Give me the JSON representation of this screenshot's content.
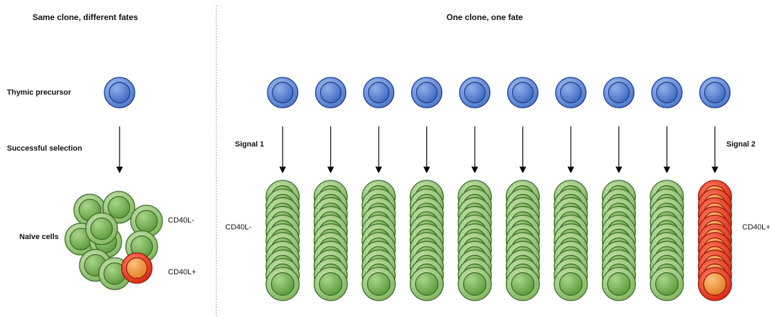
{
  "left": {
    "title": "Same clone, different fates",
    "rows": {
      "precursor": "Thymic precursor",
      "selection": "Successful selection",
      "naive": "Naïve cells"
    },
    "markers": {
      "negative": "CD40L-",
      "positive": "CD40L+"
    }
  },
  "right": {
    "title": "One clone, one fate",
    "signal_1": "Signal 1",
    "signal_2": "Signal 2",
    "marker_negative": "CD40L-",
    "marker_positive": "CD40L+",
    "column_count": 10,
    "cells_per_stack": 11,
    "positive_column_count": 1
  },
  "colors": {
    "precursor_fill": "#5b86d9",
    "precursor_ring": "#1e3f91",
    "naive_fill": "#8cc26a",
    "naive_ring": "#3d6b2a",
    "positive_outer": "#e4321b",
    "positive_core": "#f39a3c",
    "divider": "#9a9a9a"
  }
}
